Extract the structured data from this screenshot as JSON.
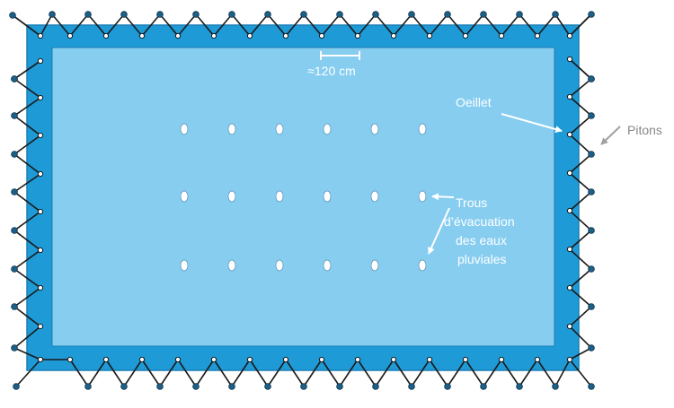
{
  "labels": {
    "scale": "≈120 cm",
    "eyelet": "Oeillet",
    "pitons": "Pitons",
    "drain_line1": "Trous",
    "drain_line2": "d’évacuation",
    "drain_line3": "des eaux",
    "drain_line4": "pluviales"
  },
  "colors": {
    "outer_cover": "#1e9ad6",
    "inner_cover": "#86cdf0",
    "cover_border": "#1a7fb5",
    "rope": "#1a1a1a",
    "piton": "#1d5f85",
    "eyelet": "#ffffff",
    "annotation_text": "#ffffff",
    "annotation_arrow": "#ffffff",
    "pitons_text": "#888888",
    "pitons_arrow": "#a0a0a0"
  },
  "drain_holes": {
    "rows": 3,
    "columns": 6
  }
}
